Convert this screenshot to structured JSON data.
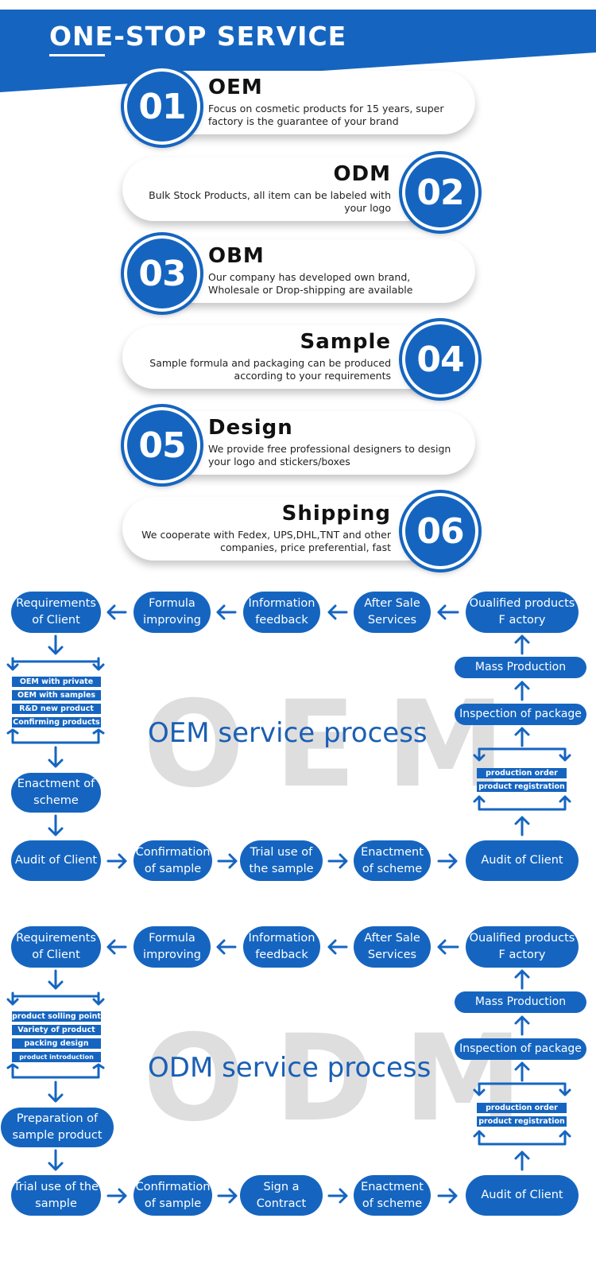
{
  "header": {
    "title": "ONE-STOP SERVICE"
  },
  "services": [
    {
      "num": "01",
      "title": "OEM",
      "desc": "Focus on cosmetic products for 15 years, super factory is the guarantee of your brand"
    },
    {
      "num": "02",
      "title": "ODM",
      "desc": "Bulk Stock Products, all item can be labeled with your logo"
    },
    {
      "num": "03",
      "title": "OBM",
      "desc": "Our company has developed own brand, Wholesale or Drop-shipping are available"
    },
    {
      "num": "04",
      "title": "Sample",
      "desc": "Sample formula and packaging can be produced according to your requirements"
    },
    {
      "num": "05",
      "title": "Design",
      "desc": "We provide free professional designers to design your logo and stickers/boxes"
    },
    {
      "num": "06",
      "title": "Shipping",
      "desc": "We cooperate with Fedex, UPS,DHL,TNT and other companies, price preferential, fast"
    }
  ],
  "oem": {
    "watermark": "OEM",
    "title": "OEM service process",
    "top_row": [
      "Requirements of Client",
      "Formula improving",
      "Information feedback",
      "After Sale Services",
      "Oualified products F actory"
    ],
    "left_tags": [
      "OEM with private label",
      "OEM with samples",
      "R&D new product",
      "Confirming products"
    ],
    "left_mid": "Enactment of scheme",
    "bottom_row": [
      "Audit of Client",
      "Confirmation of sample",
      "Trial use of the sample",
      "Enactment of scheme",
      "Audit of Client"
    ],
    "right_col": [
      "Mass Production",
      "Inspection of package"
    ],
    "right_tags": [
      "production order",
      "product registration"
    ]
  },
  "odm": {
    "watermark": "ODM",
    "title": "ODM service process",
    "top_row": [
      "Requirements of Client",
      "Formula improving",
      "Information feedback",
      "After Sale Services",
      "Oualified products F actory"
    ],
    "left_tags": [
      "product solling point",
      "Variety of product design",
      "packing design",
      "product introduction copywritor"
    ],
    "left_mid": "Preparation of sample product",
    "bottom_row": [
      "Trial use of the sample",
      "Confirmation of sample",
      "Sign a Contract",
      "Enactment of scheme",
      "Audit of Client"
    ],
    "right_col": [
      "Mass Production",
      "Inspection of package"
    ],
    "right_tags": [
      "production order",
      "product registration"
    ]
  },
  "colors": {
    "brand": "#1565c0",
    "watermark": "#dedede"
  }
}
